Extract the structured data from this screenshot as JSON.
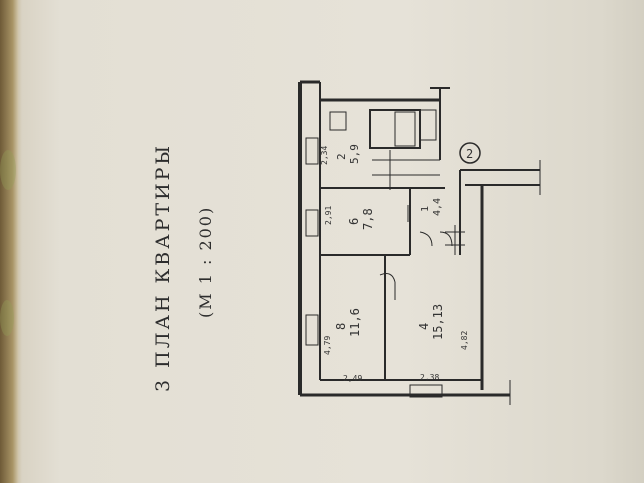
{
  "document": {
    "title": "3  ПЛАН КВАРТИРЫ",
    "scale": "(М    1 : 200)"
  },
  "plan": {
    "marker": "2",
    "rooms": [
      {
        "id": "room-1",
        "number": "1",
        "area": "4,4"
      },
      {
        "id": "room-2",
        "number": "2",
        "area": "5,9"
      },
      {
        "id": "room-6",
        "number": "6",
        "area": "7,8"
      },
      {
        "id": "room-8",
        "number": "8",
        "area": "11,6"
      },
      {
        "id": "room-4",
        "number": "4",
        "area": "15,13"
      }
    ],
    "dimensions": {
      "d_249": "2,49",
      "d_238": "2,38",
      "d_482": "4,82",
      "d_479": "4,79",
      "d_291": "2,91",
      "d_234": "2,34"
    }
  }
}
